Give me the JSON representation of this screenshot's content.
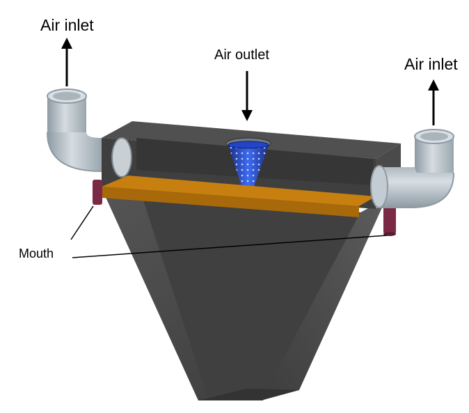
{
  "labels": {
    "air_inlet_left": "Air inlet",
    "air_outlet": "Air outlet",
    "air_inlet_right": "Air inlet",
    "mouth": "Mouth"
  },
  "colors": {
    "background": "#ffffff",
    "hopper_dark": "#3c3c3c",
    "hopper_mid": "#4a4a4a",
    "hopper_light": "#5a5a5a",
    "pipe": "#b9c3ca",
    "pipe_shadow": "#8e9aa3",
    "plate": "#c77f10",
    "mouth_nozzle": "#7a2a45",
    "cone": "#2a4fd6",
    "text": "#000000"
  },
  "icons": {
    "arrow_up": "arrow-up-icon",
    "arrow_down": "arrow-down-icon"
  }
}
